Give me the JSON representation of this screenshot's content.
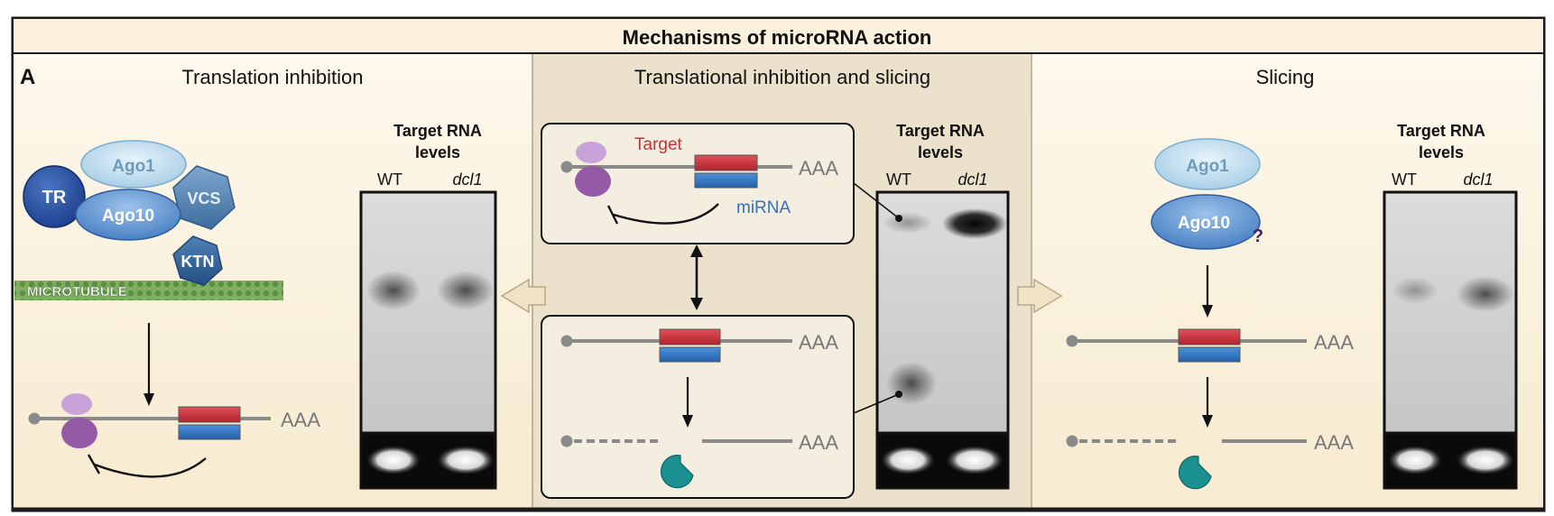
{
  "title": "Mechanisms of microRNA action",
  "panel_letter": "A",
  "colors": {
    "target_red": "#c8303a",
    "mirna_blue": "#2f73c0",
    "ribosome_purple": "#9d6bb0",
    "slicer_teal": "#1a9090",
    "protein_blue": "#3f6fb0",
    "panel_bg": "#fbf4e4",
    "center_bg": "#ece1cb",
    "microtubule_green": "#6a9a4e"
  },
  "left": {
    "heading": "Translation inhibition",
    "proteins": {
      "tr": "TR",
      "ago1": "Ago1",
      "ago10": "Ago10",
      "vcs": "VCS",
      "ktn": "KTN"
    },
    "microtubule": "MICROTUBULE",
    "polya": "AAA"
  },
  "middle": {
    "heading": "Translational inhibition and slicing",
    "target_label": "Target",
    "mirna_label": "miRNA",
    "polya_top": "AAA",
    "polya_intact": "AAA",
    "polya_cut": "AAA"
  },
  "right": {
    "heading": "Slicing",
    "ago1": "Ago1",
    "ago10": "Ago10",
    "question": "?",
    "polya_intact": "AAA",
    "polya_cut": "AAA"
  },
  "blots": {
    "header_line1": "Target RNA",
    "header_line2": "levels",
    "lane_wt": "WT",
    "lane_mutant": "dcl1"
  }
}
